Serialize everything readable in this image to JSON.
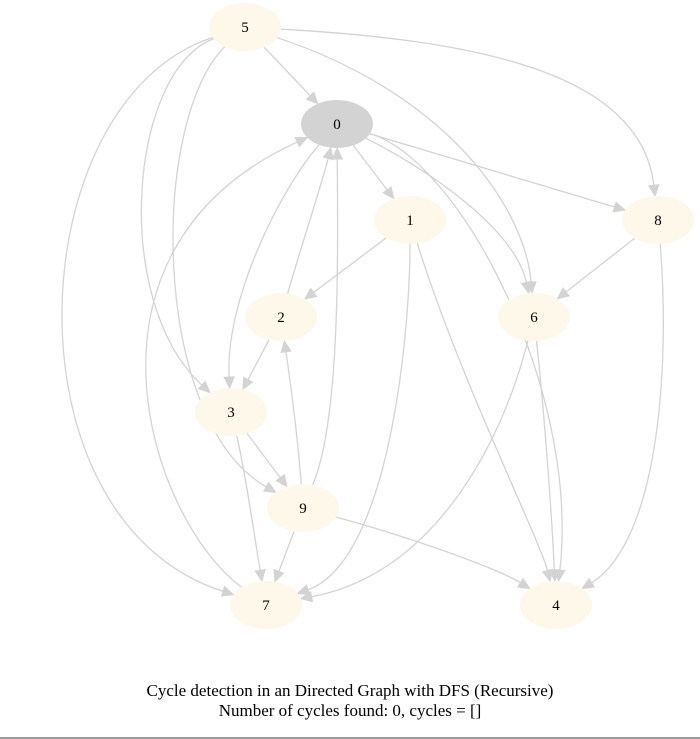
{
  "graph": {
    "nodes": [
      {
        "id": "0",
        "label": "0",
        "state": "visited"
      },
      {
        "id": "1",
        "label": "1",
        "state": "unvisited"
      },
      {
        "id": "2",
        "label": "2",
        "state": "unvisited"
      },
      {
        "id": "3",
        "label": "3",
        "state": "unvisited"
      },
      {
        "id": "4",
        "label": "4",
        "state": "unvisited"
      },
      {
        "id": "5",
        "label": "5",
        "state": "unvisited"
      },
      {
        "id": "6",
        "label": "6",
        "state": "unvisited"
      },
      {
        "id": "7",
        "label": "7",
        "state": "unvisited"
      },
      {
        "id": "8",
        "label": "8",
        "state": "unvisited"
      },
      {
        "id": "9",
        "label": "9",
        "state": "unvisited"
      }
    ],
    "edges": [
      {
        "from": "5",
        "to": "0"
      },
      {
        "from": "5",
        "to": "8"
      },
      {
        "from": "5",
        "to": "6"
      },
      {
        "from": "5",
        "to": "3"
      },
      {
        "from": "5",
        "to": "9"
      },
      {
        "from": "5",
        "to": "7"
      },
      {
        "from": "0",
        "to": "1"
      },
      {
        "from": "0",
        "to": "8"
      },
      {
        "from": "0",
        "to": "6"
      },
      {
        "from": "0",
        "to": "4"
      },
      {
        "from": "0",
        "to": "3"
      },
      {
        "from": "1",
        "to": "2"
      },
      {
        "from": "1",
        "to": "7"
      },
      {
        "from": "1",
        "to": "4"
      },
      {
        "from": "2",
        "to": "0"
      },
      {
        "from": "2",
        "to": "3"
      },
      {
        "from": "8",
        "to": "6"
      },
      {
        "from": "8",
        "to": "4"
      },
      {
        "from": "6",
        "to": "7"
      },
      {
        "from": "6",
        "to": "4"
      },
      {
        "from": "3",
        "to": "9"
      },
      {
        "from": "3",
        "to": "7"
      },
      {
        "from": "9",
        "to": "0"
      },
      {
        "from": "9",
        "to": "2"
      },
      {
        "from": "9",
        "to": "7"
      },
      {
        "from": "9",
        "to": "4"
      },
      {
        "from": "7",
        "to": "0"
      }
    ],
    "colors": {
      "visited_fill": "#d3d3d3",
      "unvisited_fill": "#fdf8e9",
      "edge": "#d3d3d3",
      "text": "#000000"
    }
  },
  "caption": {
    "line1": "Cycle detection in an Directed Graph with DFS (Recursive)",
    "line2": "Number of cycles found: 0, cycles = []"
  }
}
